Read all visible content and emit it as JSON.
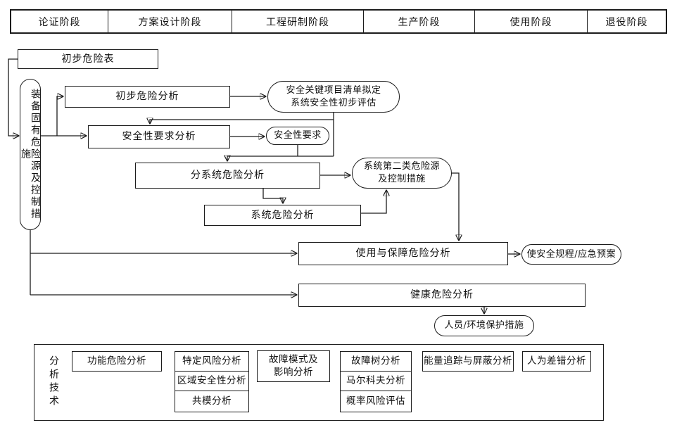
{
  "phases": [
    "论证阶段",
    "方案设计阶段",
    "工程研制阶段",
    "生产阶段",
    "使用阶段",
    "退役阶段"
  ],
  "flow": {
    "preliminary_hazard_list": "初步危险表",
    "inherent_hazard_source": "装备固有危险源及控制措施",
    "preliminary_hazard_analysis": "初步危险分析",
    "safety_critical_items": "安全关键项目清单拟定\n系统安全性初步评估",
    "safety_requirement_analysis": "安全性要求分析",
    "safety_requirement": "安全性要求",
    "subsystem_hazard_analysis": "分系统危险分析",
    "second_class_hazard_source": "系统第二类危险源\n及控制措施",
    "system_hazard_analysis": "系统危险分析",
    "operation_support_hazard_analysis": "使用与保障危险分析",
    "safety_rules_emergency_plan": "使安全规程/应急预案",
    "health_hazard_analysis": "健康危险分析",
    "personnel_environment_protection": "人员/环境保护措施"
  },
  "techniques": {
    "label": "分析技术",
    "functional_hazard": "功能危险分析",
    "particular_risk": "特定风险分析",
    "zonal_safety": "区域安全性分析",
    "common_mode": "共模分析",
    "fmea": "故障模式及\n影响分析",
    "fault_tree": "故障树分析",
    "markov": "马尔科夫分析",
    "probabilistic_risk": "概率风险评估",
    "energy_trace_barrier": "能量追踪与屏蔽分析",
    "human_error": "人为差错分析"
  },
  "colors": {
    "line": "#1c1c1c",
    "background": "#ffffff"
  }
}
